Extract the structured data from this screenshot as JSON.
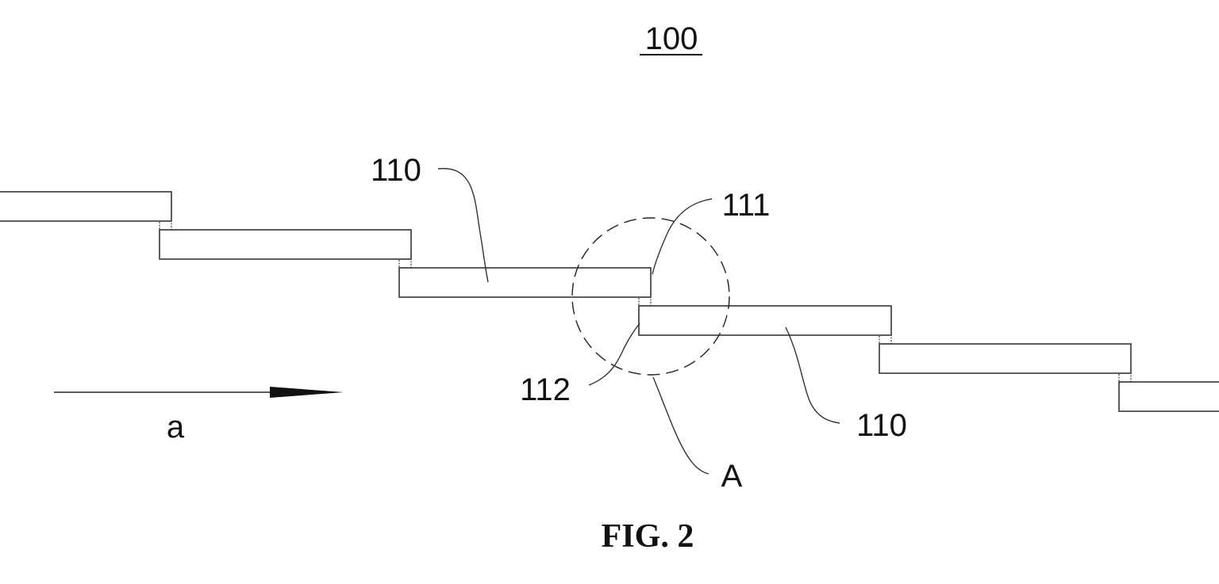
{
  "figure": {
    "caption": "FIG. 2",
    "reference_number": "100",
    "labels": {
      "plate_upper": "110",
      "plate_lower": "110",
      "edge_upper": "111",
      "edge_lower": "112",
      "detail": "A",
      "direction": "a"
    },
    "plate_count": 6
  }
}
